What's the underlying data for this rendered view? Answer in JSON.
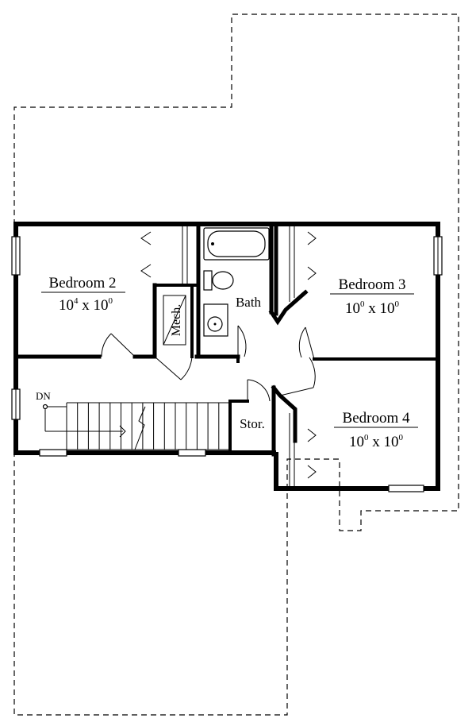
{
  "rooms": {
    "bedroom2": {
      "name": "Bedroom 2",
      "size_w": "10",
      "size_w_sup": "4",
      "size_x": "x",
      "size_d": "10",
      "size_d_sup": "0"
    },
    "bedroom3": {
      "name": "Bedroom 3",
      "size_w": "10",
      "size_w_sup": "0",
      "size_x": "x",
      "size_d": "10",
      "size_d_sup": "0"
    },
    "bedroom4": {
      "name": "Bedroom 4",
      "size_w": "10",
      "size_w_sup": "0",
      "size_x": "x",
      "size_d": "10",
      "size_d_sup": "0"
    },
    "bath": {
      "name": "Bath"
    },
    "mech": {
      "name": "Mech."
    },
    "stor": {
      "name": "Stor."
    }
  },
  "stairs": {
    "label": "DN"
  },
  "colors": {
    "ink": "#000000",
    "paper": "#ffffff"
  }
}
